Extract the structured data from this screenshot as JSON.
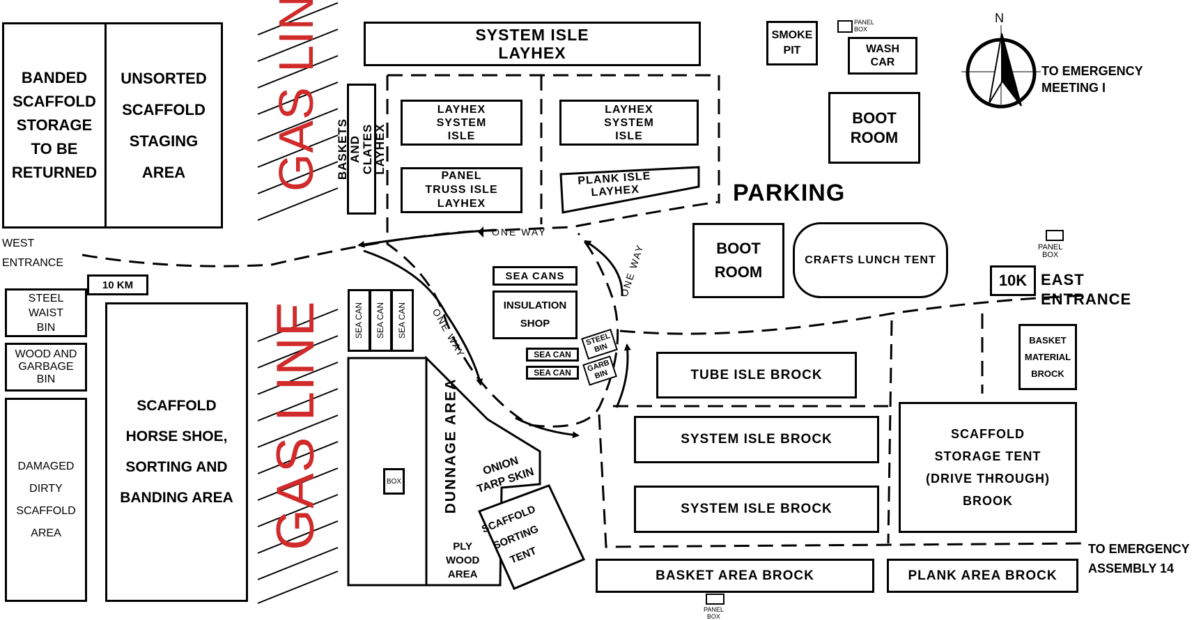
{
  "map": {
    "labels": {
      "banded_scaffold": "BANDED\nSCAFFOLD\nSTORAGE\nTO BE\nRETURNED",
      "unsorted_scaffold": "UNSORTED\nSCAFFOLD\nSTAGING\nAREA",
      "gas_line": "GAS LINE",
      "system_isle_layhex_top": "SYSTEM ISLE\nLAYHEX",
      "baskets_clates": "BASKETS AND\nCLATES LAYHEX",
      "layhex_system_isle_left": "LAYHEX\nSYSTEM\nISLE",
      "layhex_system_isle_right": "LAYHEX\nSYSTEM\nISLE",
      "panel_truss_isle": "PANEL\nTRUSS ISLE\nLAYHEX",
      "plank_isle_layhex": "PLANK ISLE\nLAYHEX",
      "smoke_pit": "SMOKE\nPIT",
      "panel_box": "PANEL\nBOX",
      "wash_car": "WASH\nCAR",
      "boot_room": "BOOT\nROOM",
      "north": "N",
      "to_emergency_meeting": "TO EMERGENCY\nMEETING I",
      "parking": "PARKING",
      "west_entrance": "WEST\nENTRANCE",
      "one_way": "ONE WAY",
      "crafts_lunch_tent": "CRAFTS LUNCH TENT",
      "ten_k": "10K",
      "east_entrance": "EAST\nENTRANCE",
      "ten_km": "10 KM",
      "steel_waist_bin": "STEEL\nWAIST\nBIN",
      "wood_garbage_bin": "WOOD AND\nGARBAGE\nBIN",
      "damaged_dirty": "DAMAGED\nDIRTY\nSCAFFOLD\nAREA",
      "scaffold_horse_shoe": "SCAFFOLD\nHORSE SHOE,\nSORTING AND\nBANDING AREA",
      "sea_can": "SEA CAN",
      "sea_cans": "SEA CANS",
      "insulation_shop": "INSULATION\nSHOP",
      "steel_bin": "STEEL\nBIN",
      "garb_bin": "GARB\nBIN",
      "basket_material_brock": "BASKET\nMATERIAL\nBROCK",
      "tube_isle_brock": "TUBE ISLE BROCK",
      "system_isle_brock": "SYSTEM ISLE BROCK",
      "scaffold_storage_tent": "SCAFFOLD\nSTORAGE TENT\n(DRIVE THROUGH)\nBROOK",
      "dunnage_area": "DUNNAGE AREA",
      "box": "BOX",
      "onion_tarp_skin": "ONION\nTARP SKIN",
      "scaffold_sorting_tent": "SCAFFOLD\nSORTING\nTENT",
      "ply_wood_area": "PLY\nWOOD\nAREA",
      "to_emergency_assembly": "TO EMERGENCY\nASSEMBLY 14",
      "basket_area_brock": "BASKET AREA BROCK",
      "plank_area_brock": "PLANK AREA BROCK"
    }
  }
}
